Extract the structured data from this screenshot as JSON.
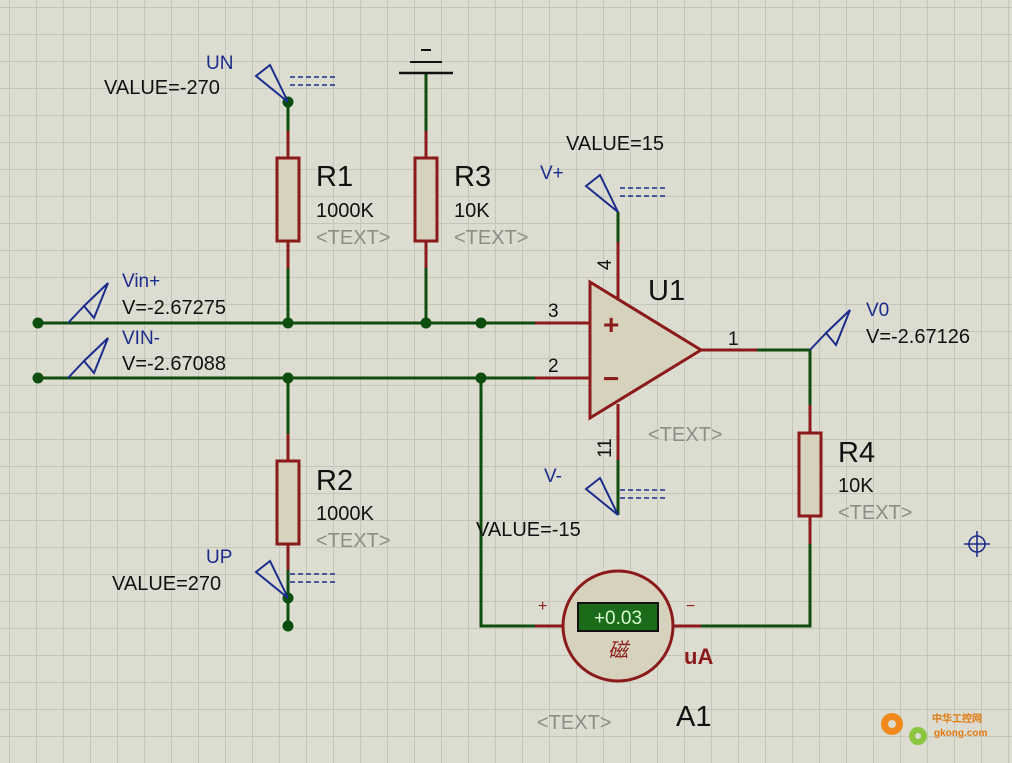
{
  "generators": {
    "un": {
      "name": "UN",
      "value": "VALUE=-270"
    },
    "up": {
      "name": "UP",
      "value": "VALUE=270"
    },
    "vplus": {
      "name": "V+",
      "value": "VALUE=15"
    },
    "vminus": {
      "name": "V-",
      "value": "VALUE=-15"
    }
  },
  "resistors": {
    "r1": {
      "name": "R1",
      "value": "1000K",
      "text": "<TEXT>"
    },
    "r2": {
      "name": "R2",
      "value": "1000K",
      "text": "<TEXT>"
    },
    "r3": {
      "name": "R3",
      "value": "10K",
      "text": "<TEXT>"
    },
    "r4": {
      "name": "R4",
      "value": "10K",
      "text": "<TEXT>"
    }
  },
  "opamp": {
    "name": "U1",
    "text": "<TEXT>",
    "pins": {
      "noninv": "3",
      "inv": "2",
      "out": "1",
      "vpos": "4",
      "vneg": "11"
    },
    "plus_sign": "+",
    "minus_sign": "−"
  },
  "probes": {
    "vin_plus": {
      "name": "Vin+",
      "reading": "V=-2.67275"
    },
    "vin_minus": {
      "name": "VIN-",
      "reading": "V=-2.67088"
    },
    "v0": {
      "name": "V0",
      "reading": "V=-2.67126"
    }
  },
  "ammeter": {
    "name": "A1",
    "display": "+0.03",
    "unit": "uA",
    "glyph": "磁",
    "text": "<TEXT>",
    "plus_terminal": "+",
    "minus_terminal": "−"
  },
  "watermark": {
    "brand": "中华工控网",
    "domain": "gkong.com"
  },
  "colors": {
    "background": "#dddcd0",
    "wire": "#0d4d0d",
    "component": "#8b1a1a",
    "probe": "#1a2c8c",
    "display_bg": "#1b6b1b"
  }
}
